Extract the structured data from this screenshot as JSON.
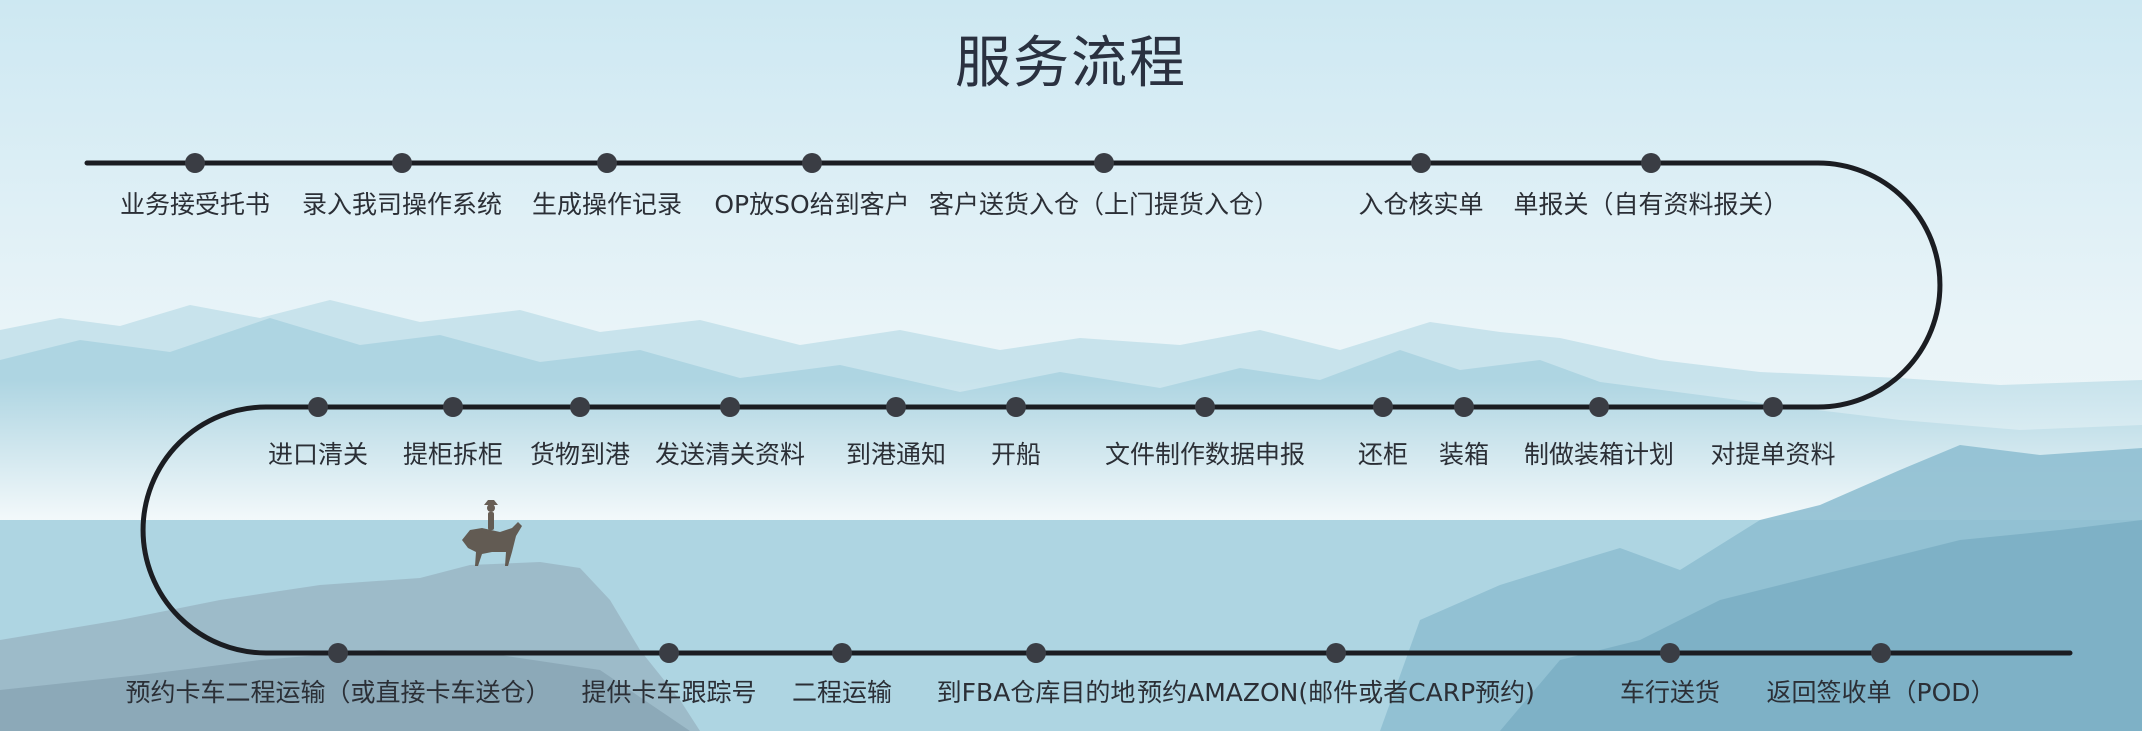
{
  "title": "服务流程",
  "colors": {
    "line": "#1b1d22",
    "node": "#3a3d44",
    "text": "#2b2f36",
    "sky_top": "#cfe9f3",
    "sky_bottom": "#f4f8fa",
    "mountain_far": "#b9dbe6",
    "mountain_mid": "#9ccadb",
    "mountain_near": "#7fb3c8"
  },
  "rows": [
    {
      "row": 1,
      "steps": [
        "业务接受托书",
        "录入我司操作系统",
        "生成操作记录",
        "OP放SO给到客户",
        "客户送货入仓（上门提货入仓）",
        "入仓核实单",
        "单报关（自有资料报关）"
      ]
    },
    {
      "row": 2,
      "steps": [
        "进口清关",
        "提柜拆柜",
        "货物到港",
        "发送清关资料",
        "到港通知",
        "开船",
        "文件制作数据申报",
        "还柜",
        "装箱",
        "制做装箱计划",
        "对提单资料"
      ]
    },
    {
      "row": 3,
      "steps": [
        "预约卡车二程运输（或直接卡车送仓）",
        "提供卡车跟踪号",
        "二程运输",
        "到FBA仓库目的地",
        "预约AMAZON(邮件或者CARP预约)",
        "车行送货",
        "返回签收单（POD）"
      ]
    }
  ]
}
